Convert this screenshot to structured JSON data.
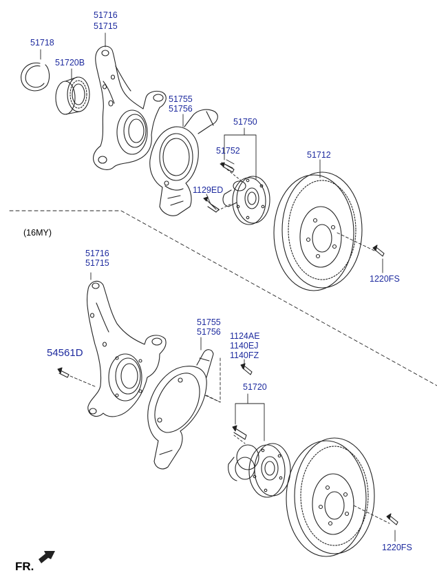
{
  "labels": {
    "p51716_top": "51716",
    "p51715_top": "51715",
    "p51718": "51718",
    "p51720B": "51720B",
    "p51755_top": "51755",
    "p51756_top": "51756",
    "p51750": "51750",
    "p51752": "51752",
    "p1129ED": "1129ED",
    "p51712": "51712",
    "p1220FS_top": "1220FS",
    "model_note": "(16MY)",
    "p51716_bot": "51716",
    "p51715_bot": "51715",
    "p54561D": "54561D",
    "p51755_bot": "51755",
    "p51756_bot": "51756",
    "p1124AE": "1124AE",
    "p1140EJ": "1140EJ",
    "p1140FZ": "1140FZ",
    "p51720": "51720",
    "p1220FS_bot": "1220FS",
    "front_indicator": "FR."
  },
  "colors": {
    "label_blue": "#1d2a9e",
    "line": "#222222"
  },
  "icons": {
    "front_arrow": "front-arrow-icon"
  }
}
